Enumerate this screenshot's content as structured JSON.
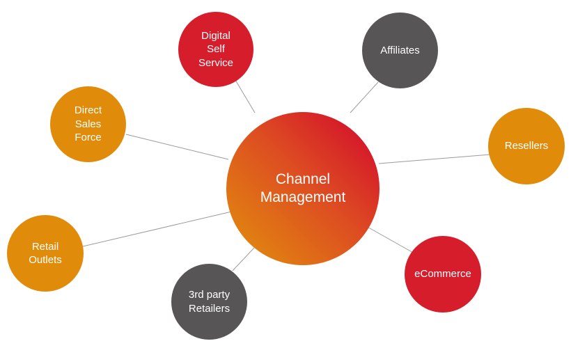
{
  "diagram": {
    "center": {
      "label": "Channel\nManagement"
    },
    "nodes": {
      "digital_self_service": {
        "label": "Digital\nSelf\nService",
        "color": "#d51d2c"
      },
      "affiliates": {
        "label": "Affiliates",
        "color": "#575555"
      },
      "direct_sales_force": {
        "label": "Direct\nSales\nForce",
        "color": "#e08c0a"
      },
      "resellers": {
        "label": "Resellers",
        "color": "#e08c0a"
      },
      "retail_outlets": {
        "label": "Retail\nOutlets",
        "color": "#e08c0a"
      },
      "ecommerce": {
        "label": "eCommerce",
        "color": "#d51d2c"
      },
      "third_party_retailers": {
        "label": "3rd party\nRetailers",
        "color": "#575555"
      }
    }
  }
}
